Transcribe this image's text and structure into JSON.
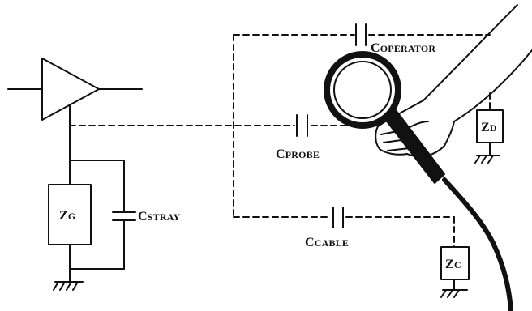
{
  "labels": {
    "c_operator": {
      "big": "C",
      "small": "OPERATOR"
    },
    "c_probe": {
      "big": "C",
      "small": "PROBE"
    },
    "c_cable": {
      "big": "C",
      "small": "CABLE"
    },
    "c_stray": {
      "big": "C",
      "small": "STRAY"
    },
    "z_g": {
      "big": "Z",
      "small": "G"
    },
    "z_d": {
      "big": "Z",
      "small": "D"
    },
    "z_c": {
      "big": "Z",
      "small": "C"
    }
  },
  "colors": {
    "ink": "#111111",
    "background": "#ffffff"
  },
  "icons": [
    "amplifier-triangle",
    "capacitor",
    "ground-symbol",
    "magnifying-glass-icon",
    "hand-icon",
    "probe-cable"
  ]
}
